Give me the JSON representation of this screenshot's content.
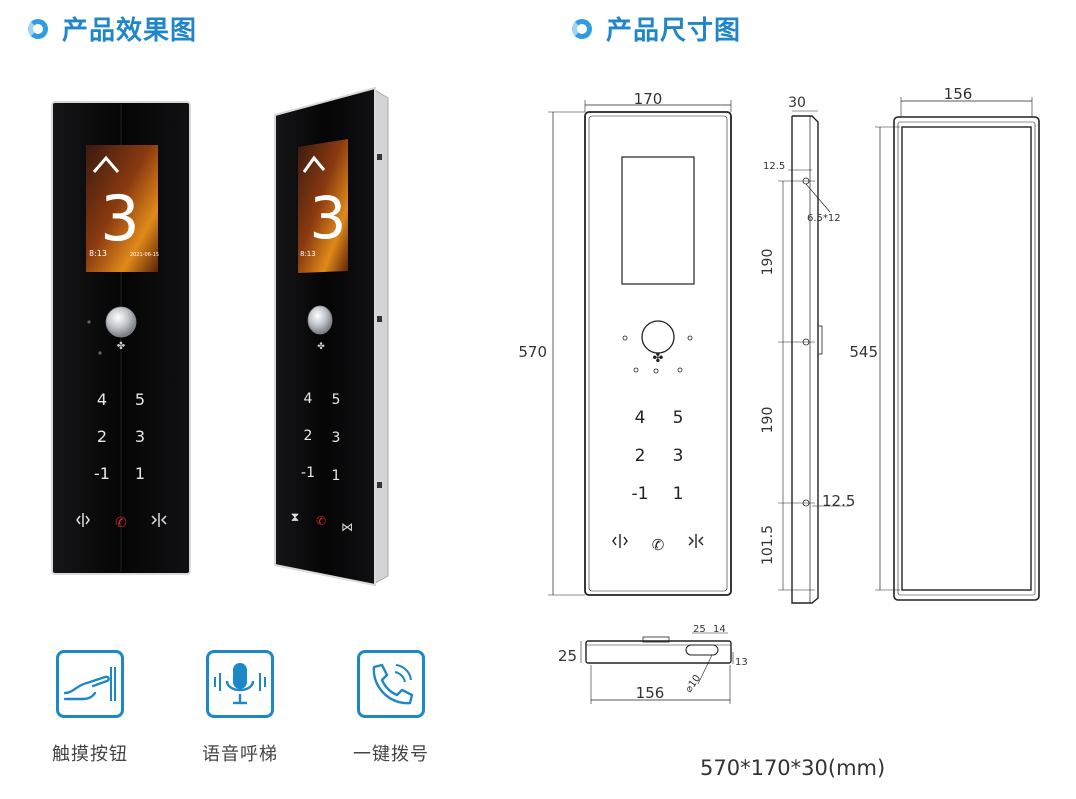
{
  "left_title": "产品效果图",
  "right_title": "产品尺寸图",
  "screen": {
    "floor": "3",
    "time": "8:13",
    "info_text": "2021-06-15"
  },
  "keypad": [
    "4",
    "5",
    "2",
    "3",
    "-1",
    "1"
  ],
  "dimensions": {
    "front_width": "170",
    "front_height": "570",
    "side_depth": "30",
    "side_top_offset": "12.5",
    "side_hole_note": "6.5*12",
    "side_upper_span": "190",
    "side_lower_span": "190",
    "side_bottom_offset": "12.5",
    "side_bottom_span": "101.5",
    "back_width": "156",
    "back_height": "545",
    "bottom_depth": "25",
    "bottom_w1": "25",
    "bottom_w2": "14",
    "bottom_h": "13",
    "bottom_diameter": "⌀10",
    "bottom_width": "156"
  },
  "features": [
    {
      "label": "触摸按钮",
      "icon": "touch-hand-icon"
    },
    {
      "label": "语音呼梯",
      "icon": "voice-mic-icon"
    },
    {
      "label": "一键拨号",
      "icon": "phone-dial-icon"
    }
  ],
  "size_note": "570*170*30(mm)",
  "colors": {
    "accent": "#1f86c8",
    "panel": "#0b0b0d",
    "phone_red": "#d8262b"
  }
}
